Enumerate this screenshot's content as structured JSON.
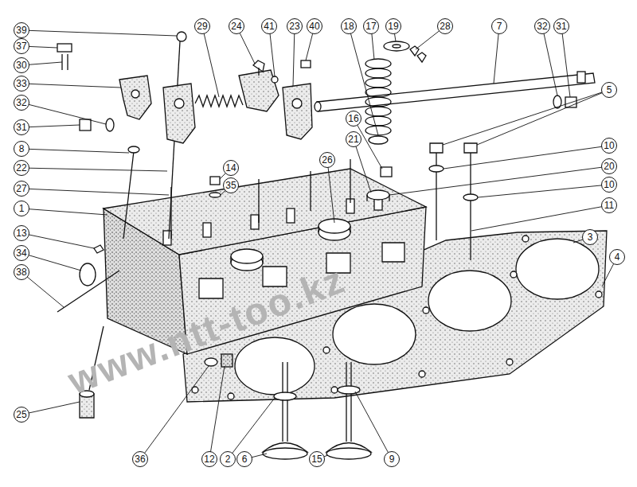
{
  "diagram": {
    "nodes": [
      {
        "text": [
          "39"
        ]
      },
      {
        "text": [
          "37"
        ]
      },
      {
        "text": [
          "30"
        ]
      },
      {
        "text": [
          "33"
        ]
      },
      {
        "text": [
          "32"
        ]
      },
      {
        "text": [
          "31"
        ]
      },
      {
        "text": [
          "8"
        ]
      },
      {
        "text": [
          "22"
        ]
      },
      {
        "text": [
          "27"
        ]
      },
      {
        "text": [
          "1"
        ]
      },
      {
        "text": [
          "13"
        ]
      },
      {
        "text": [
          "34"
        ]
      },
      {
        "text": [
          "38"
        ]
      },
      {
        "text": [
          "25"
        ]
      },
      {
        "text": [
          "29"
        ]
      },
      {
        "text": [
          "24"
        ]
      },
      {
        "text": [
          "41"
        ]
      },
      {
        "text": [
          "23"
        ]
      },
      {
        "text": [
          "40"
        ]
      },
      {
        "text": [
          "18"
        ]
      },
      {
        "text": [
          "17"
        ]
      },
      {
        "text": [
          "19"
        ]
      },
      {
        "text": [
          "28"
        ]
      },
      {
        "text": [
          "7"
        ]
      },
      {
        "text": [
          "32"
        ]
      },
      {
        "text": [
          "31"
        ]
      },
      {
        "text": [
          "5"
        ]
      },
      {
        "text": [
          "10"
        ]
      },
      {
        "text": [
          "20"
        ]
      },
      {
        "text": [
          "10"
        ]
      },
      {
        "text": [
          "11"
        ]
      },
      {
        "text": [
          "3"
        ]
      },
      {
        "text": [
          "4"
        ]
      },
      {
        "text": [
          "14"
        ]
      },
      {
        "text": [
          "35"
        ]
      },
      {
        "text": [
          "16"
        ]
      },
      {
        "text": [
          "21"
        ]
      },
      {
        "text": [
          "26"
        ]
      },
      {
        "text": [
          "36"
        ]
      },
      {
        "text": [
          "12"
        ]
      },
      {
        "text": [
          "2"
        ]
      },
      {
        "text": [
          "6"
        ]
      },
      {
        "text": [
          "15"
        ]
      },
      {
        "text": [
          "9"
        ]
      }
    ],
    "labels": [
      "www.ntt-too.kz"
    ]
  }
}
